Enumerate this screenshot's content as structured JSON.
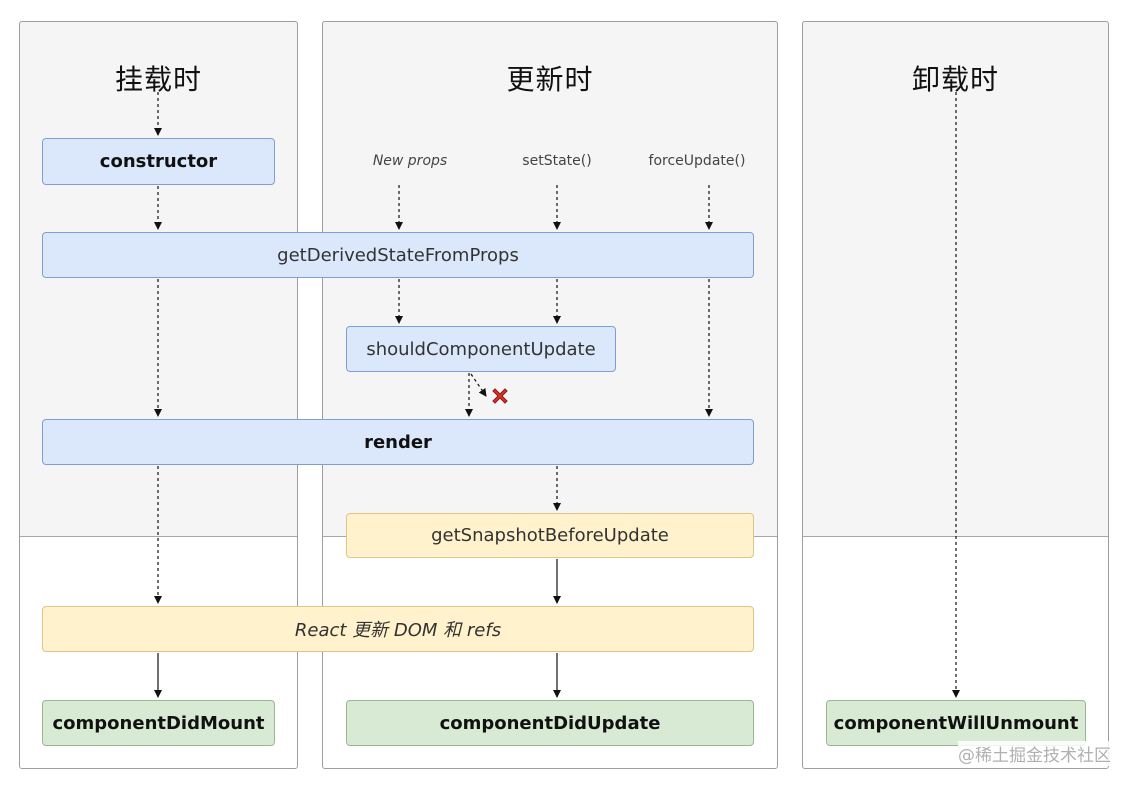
{
  "columns": {
    "mount": {
      "title": "挂载时"
    },
    "update": {
      "title": "更新时"
    },
    "unmount": {
      "title": "卸载时"
    }
  },
  "triggers": {
    "new_props": "New props",
    "set_state": "setState()",
    "force_update": "forceUpdate()"
  },
  "boxes": {
    "constructor": "constructor",
    "get_derived_state": "getDerivedStateFromProps",
    "should_update": "shouldComponentUpdate",
    "render": "render",
    "get_snapshot": "getSnapshotBeforeUpdate",
    "react_updates_dom": "React 更新 DOM 和 refs",
    "did_mount": "componentDidMount",
    "did_update": "componentDidUpdate",
    "will_unmount": "componentWillUnmount"
  },
  "watermark": "@稀土掘金技术社区",
  "colors": {
    "blue_fill": "#dbe8fc",
    "yellow_fill": "#fff2cc",
    "green_fill": "#d8ead3",
    "cross_red": "#d9342b"
  }
}
